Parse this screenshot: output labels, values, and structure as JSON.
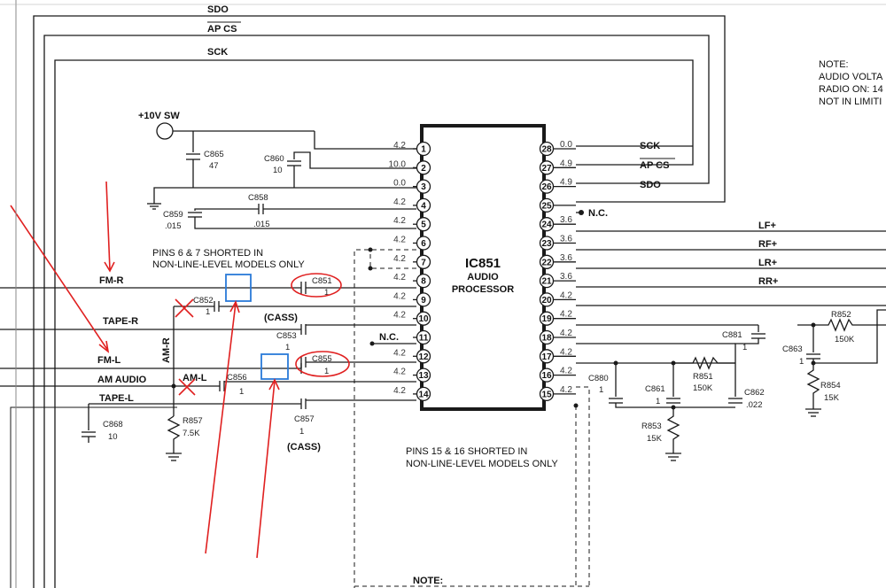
{
  "colors": {
    "ink": "#1a1a1a",
    "annotation_red": "#e02020",
    "annotation_blue": "#2a7ad8"
  },
  "bus": {
    "sdo": "SDO",
    "apcs": "AP CS",
    "sck": "SCK"
  },
  "power": {
    "label": "+10V SW"
  },
  "ic": {
    "name": "IC851",
    "line1": "AUDIO",
    "line2": "PROCESSOR"
  },
  "left_pins": [
    {
      "num": "1",
      "v": "4.2"
    },
    {
      "num": "2",
      "v": "10.0"
    },
    {
      "num": "3",
      "v": "0.0"
    },
    {
      "num": "4",
      "v": "4.2"
    },
    {
      "num": "5",
      "v": "4.2"
    },
    {
      "num": "6",
      "v": "4.2"
    },
    {
      "num": "7",
      "v": "4.2"
    },
    {
      "num": "8",
      "v": "4.2"
    },
    {
      "num": "9",
      "v": "4.2"
    },
    {
      "num": "10",
      "v": "4.2"
    },
    {
      "num": "11",
      "v": ""
    },
    {
      "num": "12",
      "v": "4.2"
    },
    {
      "num": "13",
      "v": "4.2"
    },
    {
      "num": "14",
      "v": "4.2"
    }
  ],
  "right_pins": [
    {
      "num": "28",
      "v": "0.0"
    },
    {
      "num": "27",
      "v": "4.9"
    },
    {
      "num": "26",
      "v": "4.9"
    },
    {
      "num": "25",
      "v": ""
    },
    {
      "num": "24",
      "v": "3.6"
    },
    {
      "num": "23",
      "v": "3.6"
    },
    {
      "num": "22",
      "v": "3.6"
    },
    {
      "num": "21",
      "v": "3.6"
    },
    {
      "num": "20",
      "v": "4.2"
    },
    {
      "num": "19",
      "v": "4.2"
    },
    {
      "num": "18",
      "v": "4.2"
    },
    {
      "num": "17",
      "v": "4.2"
    },
    {
      "num": "16",
      "v": "4.2"
    },
    {
      "num": "15",
      "v": "4.2"
    }
  ],
  "right_signals": {
    "sck": "SCK",
    "apcs": "AP CS",
    "sdo": "SDO",
    "nc25": "N.C.",
    "lf": "LF+",
    "rf": "RF+",
    "lr": "LR+",
    "rr": "RR+"
  },
  "inputs": {
    "fmr": "FM-R",
    "taper": "TAPE-R",
    "fml": "FM-L",
    "amaudio": "AM AUDIO",
    "tapel": "TAPE-L",
    "amr": "AM-R",
    "aml": "AM-L"
  },
  "components": {
    "c865": "C865",
    "c865v": "47",
    "c860": "C860",
    "c860v": "10",
    "c858": "C858",
    "c858v": ".015",
    "c859": "C859",
    "c859v": ".015",
    "c851": "C851",
    "c851v": "1",
    "c852": "C852",
    "c852v": "1",
    "c853": "C853",
    "c853v": "1",
    "c855": "C855",
    "c855v": "1",
    "c856": "C856",
    "c856v": "1",
    "c857": "C857",
    "c857v": "1",
    "c868": "C868",
    "c868v": "10",
    "r857": "R857",
    "r857v": "7.5K",
    "c880": "C880",
    "c880v": "1",
    "c861": "C861",
    "c861v": "1",
    "r851": "R851",
    "r851v": "150K",
    "c862": "C862",
    "c862v": ".022",
    "r853": "R853",
    "r853v": "15K",
    "c881": "C881",
    "c881v": "1",
    "r852": "R852",
    "r852v": "150K",
    "c863": "C863",
    "c863v": "1",
    "r854": "R854",
    "r854v": "15K",
    "nc11": "N.C.",
    "cass1": "(CASS)",
    "cass2": "(CASS)"
  },
  "notes": {
    "pins67_1": "PINS 6 & 7 SHORTED IN",
    "pins67_2": "NON-LINE-LEVEL MODELS ONLY",
    "pins1516_1": "PINS 15 & 16 SHORTED IN",
    "pins1516_2": "NON-LINE-LEVEL MODELS ONLY",
    "note_top": "NOTE:",
    "note_l1": "AUDIO VOLTA",
    "note_l2": "RADIO ON: 14",
    "note_l3": "NOT IN LIMITI",
    "note_bottom": "NOTE:"
  }
}
